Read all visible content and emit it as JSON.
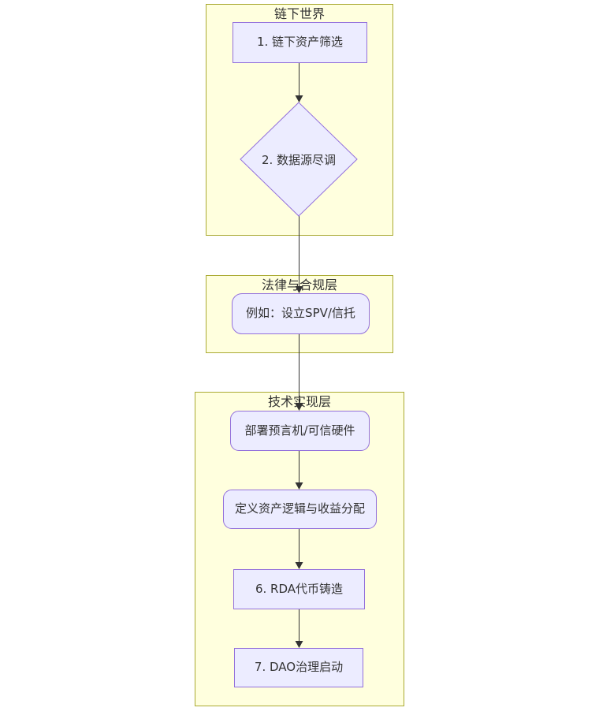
{
  "diagram": {
    "type": "flowchart",
    "direction": "top-down",
    "colors": {
      "background": "#ffffff",
      "cluster_fill": "#ffffde",
      "cluster_border": "#aaaa33",
      "node_fill": "#ececff",
      "node_border": "#9370db",
      "edge": "#333333",
      "text": "#333333"
    },
    "clusters": [
      {
        "title": "链下世界"
      },
      {
        "title": "法律与合规层"
      },
      {
        "title": "技术实现层"
      }
    ],
    "nodes": [
      {
        "label": "1. 链下资产筛选",
        "shape": "rectangle",
        "cluster": "链下世界"
      },
      {
        "label": "2. 数据源尽调",
        "shape": "diamond",
        "cluster": "链下世界"
      },
      {
        "label": "例如：设立SPV/信托",
        "shape": "rounded",
        "cluster": "法律与合规层"
      },
      {
        "label": "部署预言机/可信硬件",
        "shape": "rounded",
        "cluster": "技术实现层"
      },
      {
        "label": "定义资产逻辑与收益分配",
        "shape": "rounded",
        "cluster": "技术实现层"
      },
      {
        "label": "6. RDA代币铸造",
        "shape": "rectangle",
        "cluster": "技术实现层"
      },
      {
        "label": "7. DAO治理启动",
        "shape": "rectangle",
        "cluster": "技术实现层"
      }
    ],
    "edges": [
      {
        "from": "1. 链下资产筛选",
        "to": "2. 数据源尽调"
      },
      {
        "from": "2. 数据源尽调",
        "to": "例如：设立SPV/信托"
      },
      {
        "from": "例如：设立SPV/信托",
        "to": "部署预言机/可信硬件"
      },
      {
        "from": "部署预言机/可信硬件",
        "to": "定义资产逻辑与收益分配"
      },
      {
        "from": "定义资产逻辑与收益分配",
        "to": "6. RDA代币铸造"
      },
      {
        "from": "6. RDA代币铸造",
        "to": "7. DAO治理启动"
      }
    ]
  }
}
